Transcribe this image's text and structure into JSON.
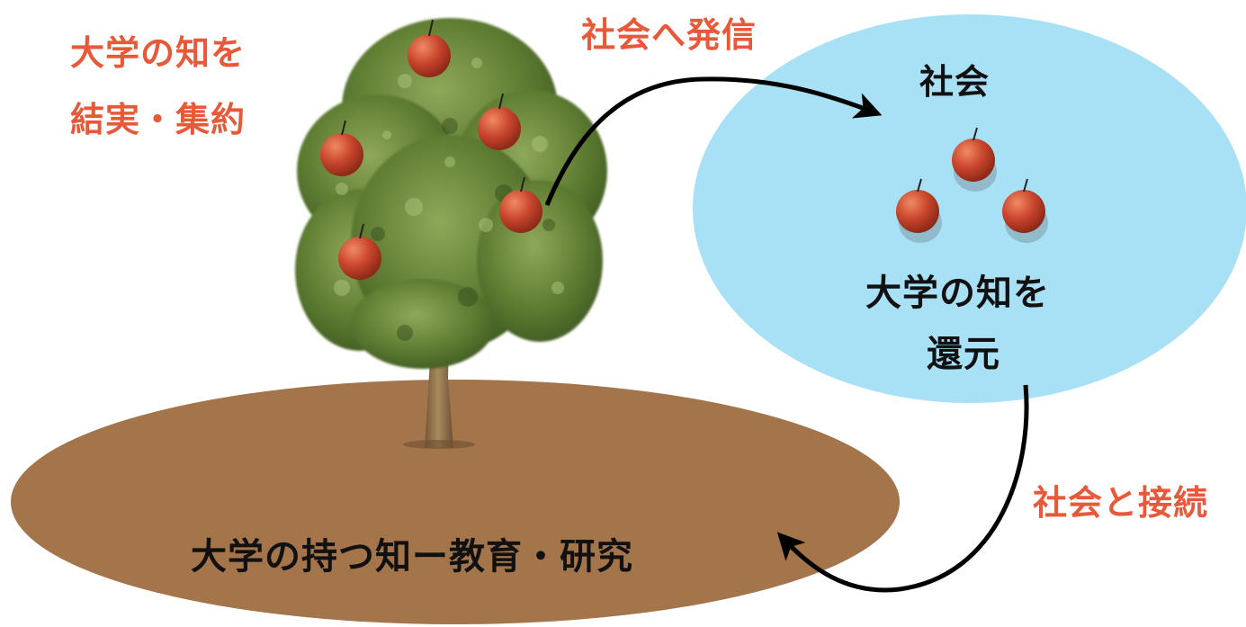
{
  "labels": {
    "fruit_line1": "大学の知を",
    "fruit_line2": "結実・集約",
    "send_to_society": "社会へ発信",
    "society": "社会",
    "return_line1": "大学の知を",
    "return_line2": "還元",
    "connect_society": "社会と接続",
    "ground": "大学の持つ知ー教育・研究"
  },
  "colors": {
    "accent_text": "#e8593a",
    "main_text": "#111111",
    "society_ellipse": "#a8e0f6",
    "ground_ellipse": "#a4744a",
    "apple": "#c9452d",
    "arrow": "#000000",
    "tree_foliage": "#6d8a3e",
    "tree_trunk": "#8a6a45"
  },
  "icons": {
    "tree": "apple-tree-icon",
    "apple": "apple-icon",
    "arrow": "curved-arrow-icon"
  }
}
